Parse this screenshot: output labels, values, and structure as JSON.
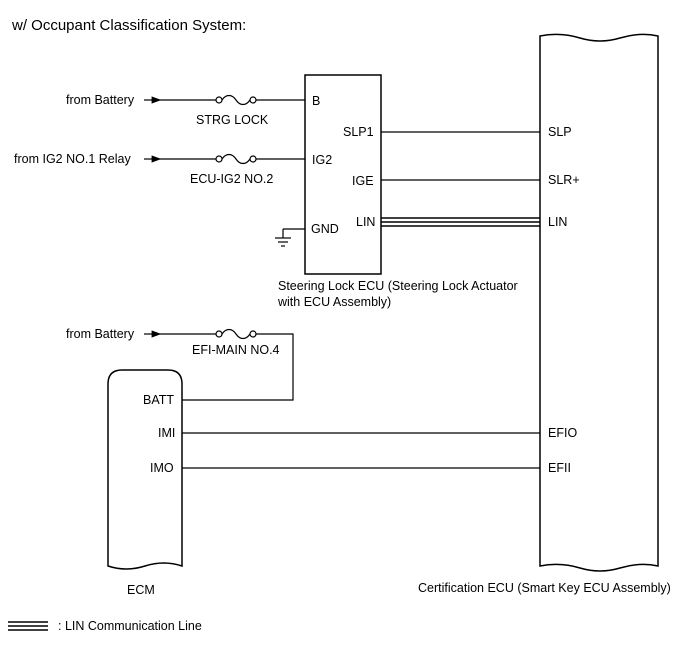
{
  "title": "w/ Occupant Classification System:",
  "sources": {
    "battery_1": "from Battery",
    "ig2_relay": "from IG2 NO.1 Relay",
    "battery_2": "from Battery"
  },
  "fuses": {
    "strg_lock": "STRG LOCK",
    "ecu_ig2": "ECU-IG2 NO.2",
    "efi_main": "EFI-MAIN NO.4"
  },
  "steering_lock_ecu": {
    "pins": {
      "b": "B",
      "ig2": "IG2",
      "gnd": "GND",
      "slp1": "SLP1",
      "ige": "IGE",
      "lin": "LIN"
    },
    "caption_line1": "Steering Lock ECU (Steering Lock Actuator",
    "caption_line2": "with ECU Assembly)"
  },
  "ecm": {
    "pins": {
      "batt": "BATT",
      "imi": "IMI",
      "imo": "IMO"
    },
    "caption": "ECM"
  },
  "certification_ecu": {
    "pins": {
      "slp": "SLP",
      "slr": "SLR+",
      "lin": "LIN",
      "efio": "EFIO",
      "efii": "EFII"
    },
    "caption": "Certification ECU (Smart Key ECU Assembly)"
  },
  "legend": {
    "lin_line": ": LIN Communication Line"
  }
}
